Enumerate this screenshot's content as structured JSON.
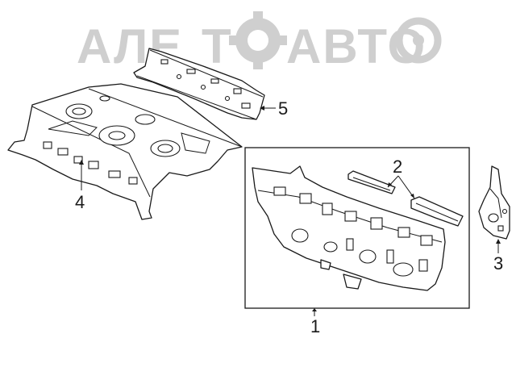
{
  "watermark": {
    "text_left": "АЛЕ",
    "letter_t": "Т",
    "text_right": "АВТО",
    "color": "#cfcfcf"
  },
  "callouts": [
    {
      "id": "1",
      "label": "1"
    },
    {
      "id": "2",
      "label": "2"
    },
    {
      "id": "3",
      "label": "3"
    },
    {
      "id": "4",
      "label": "4"
    },
    {
      "id": "5",
      "label": "5"
    }
  ],
  "colors": {
    "line": "#1a1a1a",
    "background": "#ffffff"
  }
}
